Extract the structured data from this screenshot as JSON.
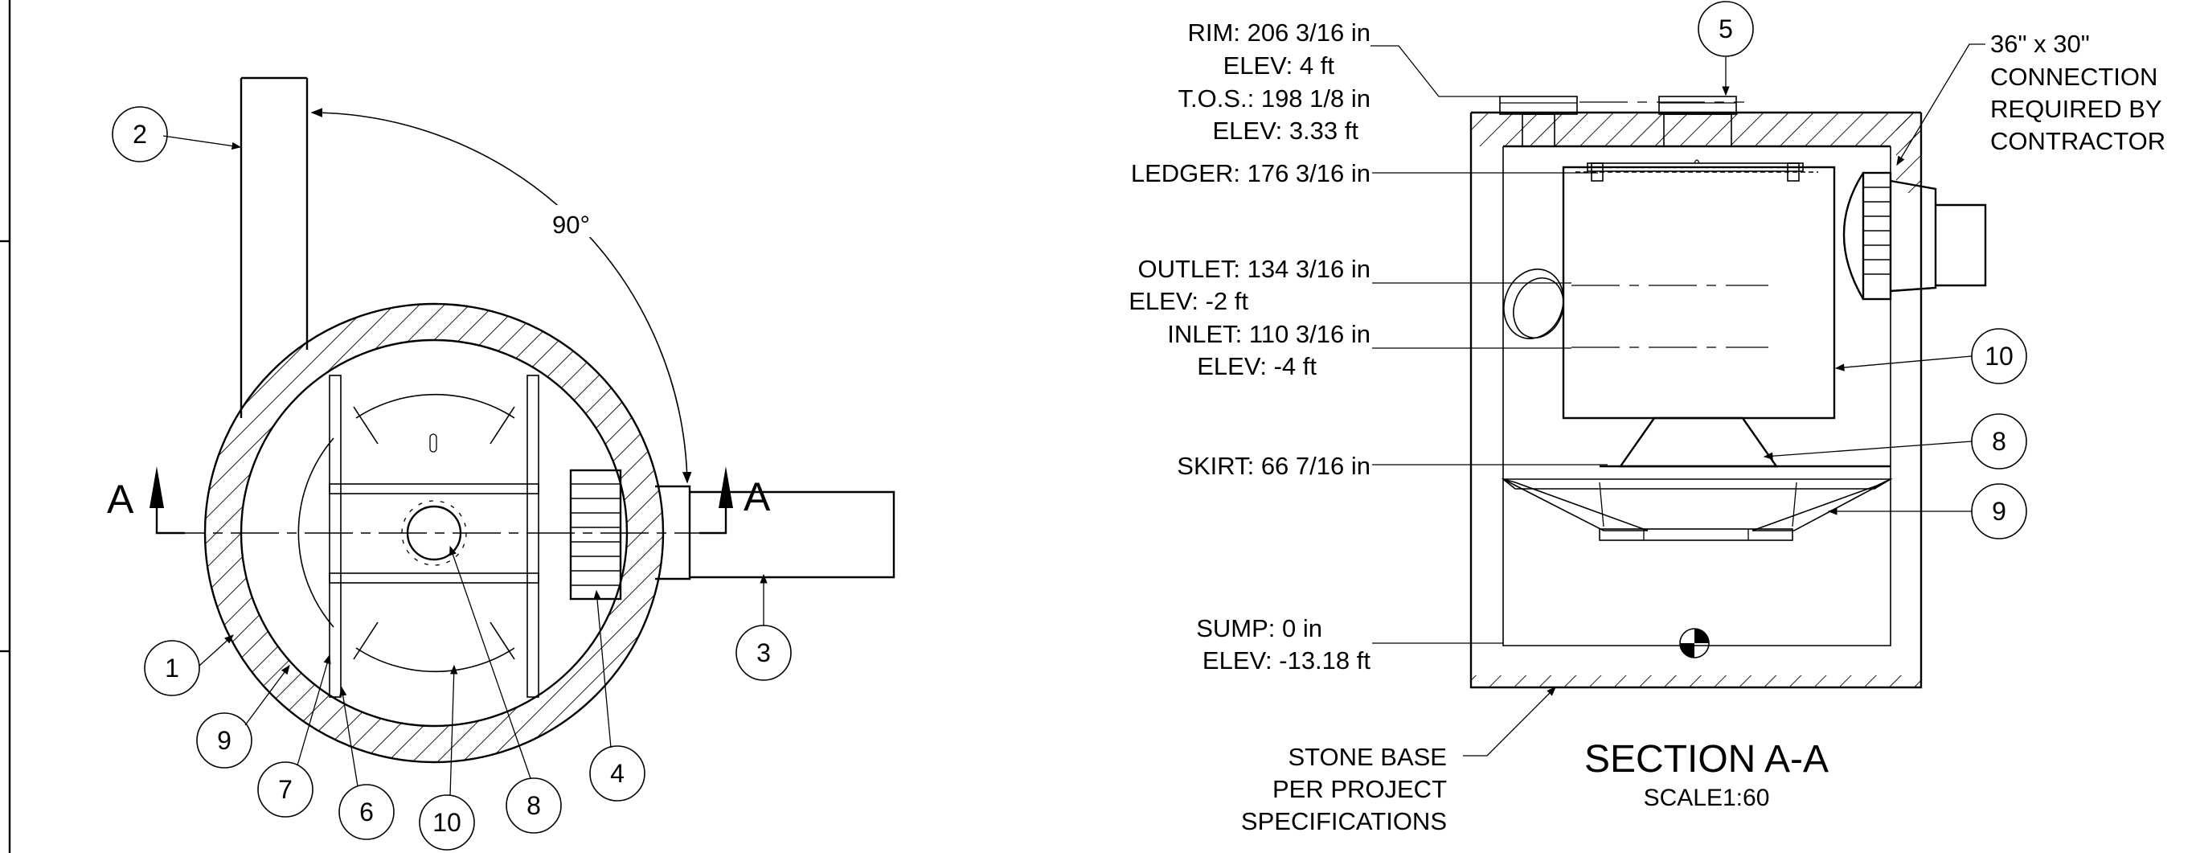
{
  "plan_view": {
    "angle_label": "90°",
    "section_marker": "A",
    "callouts": [
      "1",
      "2",
      "3",
      "4",
      "6",
      "7",
      "8",
      "9",
      "10"
    ]
  },
  "section_view": {
    "title": "SECTION A-A",
    "scale": "SCALE1:60",
    "labels": {
      "rim": "RIM: 206 3/16 in",
      "rim_elev": "ELEV: 4 ft",
      "tos": "T.O.S.: 198 1/8 in",
      "tos_elev": "ELEV: 3.33 ft",
      "ledger": "LEDGER: 176 3/16 in",
      "outlet": "OUTLET: 134 3/16 in",
      "outlet_elev": "ELEV: -2 ft",
      "inlet": "INLET: 110 3/16 in",
      "inlet_elev": "ELEV: -4 ft",
      "skirt": "SKIRT: 66 7/16 in",
      "sump": "SUMP: 0 in",
      "sump_elev": "ELEV: -13.18 ft",
      "stone_base": [
        "STONE BASE",
        "PER PROJECT",
        "SPECIFICATIONS"
      ],
      "connection": [
        "36\" x 30\"",
        "CONNECTION",
        "REQUIRED BY",
        "CONTRACTOR"
      ]
    },
    "callouts": [
      "5",
      "10",
      "8",
      "9"
    ]
  }
}
